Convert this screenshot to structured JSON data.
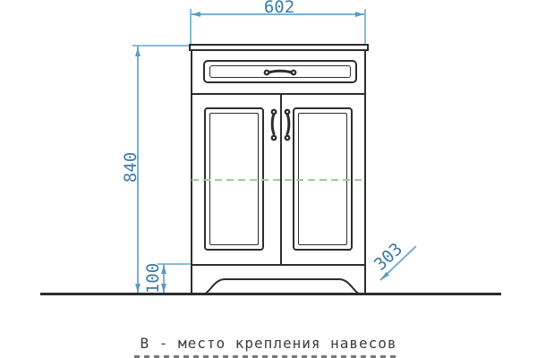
{
  "caption": "В - место крепления навесов",
  "dimensions": {
    "width": {
      "value": "602"
    },
    "height": {
      "value": "840"
    },
    "plinth_height": {
      "value": "100"
    },
    "depth": {
      "value": "303"
    }
  },
  "colors": {
    "dimension_line": "#7ab0cf",
    "dimension_text": "#3b7da6",
    "drawing_outline": "#2d2d2d",
    "hanger_mount_line": "#9ccf94",
    "caption_text": "#3c3c3c",
    "background": "#ffffff"
  }
}
